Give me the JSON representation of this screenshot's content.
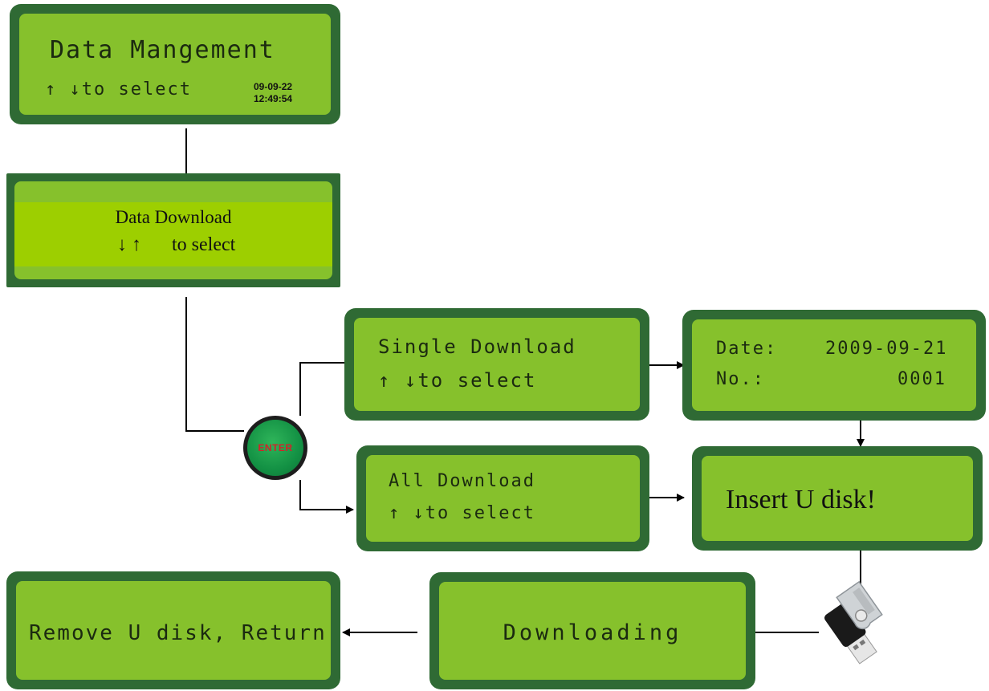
{
  "screens": {
    "data_management": {
      "title": "Data Mangement",
      "hint": "↑ ↓to select",
      "date": "09-09-22",
      "time": "12:49:54"
    },
    "data_download": {
      "title": "Data Download",
      "arrows": "↓ ↑",
      "hint": "to select"
    },
    "single_download": {
      "title": "Single Download",
      "hint": "↑ ↓to select"
    },
    "date_no": {
      "date_label": "Date:",
      "date_value": "2009-09-21",
      "no_label": "No.:",
      "no_value": "0001"
    },
    "all_download": {
      "title": "All Download",
      "hint": "↑ ↓to select"
    },
    "insert": {
      "text": "Insert U disk!"
    },
    "downloading": {
      "text": "Downloading"
    },
    "remove": {
      "text": "Remove U disk, Return"
    }
  },
  "enter_button": {
    "label": "ENTER"
  },
  "icons": [
    "usb-drive-icon"
  ],
  "colors": {
    "lcd_border": "#2f6a34",
    "lcd_screen": "#86c12c",
    "lcd_highlight": "#9dcf00",
    "enter_red": "#d0242a"
  }
}
